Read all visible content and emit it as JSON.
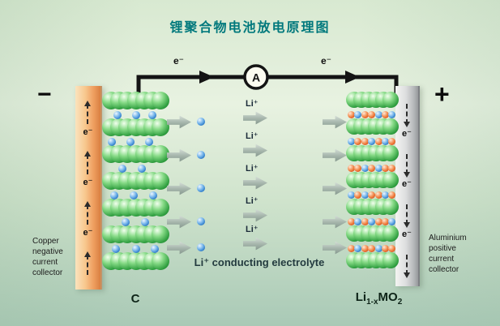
{
  "title": "锂聚合物电池放电原理图",
  "circuit": {
    "ammeter_label": "A",
    "electron_label": "e⁻"
  },
  "terminals": {
    "negative": "−",
    "positive": "+"
  },
  "ions": {
    "lithium_label": "Li⁺"
  },
  "electrolyte": {
    "label": "Li⁺ conducting electrolyte"
  },
  "electrodes": {
    "anode_label": "C",
    "cathode_formula": {
      "base": "Li",
      "sub1": "1-x",
      "mid": "MO",
      "sub2": "2"
    }
  },
  "collectors": {
    "left_caption": "Copper\nnegative\ncurrent\ncollector",
    "right_caption": "Aluminium\npositive\ncurrent\ncollector"
  },
  "colors": {
    "title": "#00787c",
    "copper": "#ec9b5e",
    "aluminium": "#c3c6c8",
    "sphere_green": "#2f9e3f",
    "ion_blue": "#1f6fc0",
    "ion_red": "#dd4f12",
    "wire": "#141414",
    "background_top": "#d8e9d1",
    "background_bottom": "#a9c9b6"
  }
}
